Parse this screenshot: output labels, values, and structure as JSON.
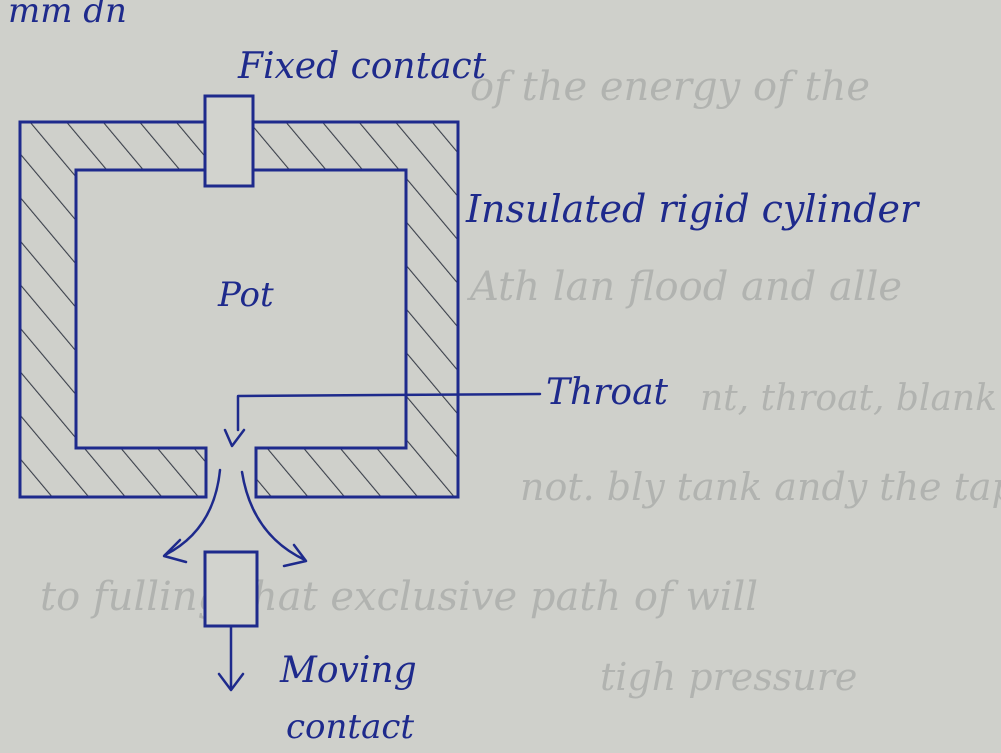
{
  "labels": {
    "fixed_contact": "Fixed contact",
    "cylinder": "Insulated rigid cylinder",
    "pot": "Pot",
    "throat": "Throat",
    "moving_contact_line1": "Moving",
    "moving_contact_line2": "contact"
  },
  "background_scribbles": {
    "top_corner": "mm dn",
    "faint_lines": [
      "of the energy of the",
      "Ath lan flood and alle",
      "nt, throat, blank",
      "not. bly tank andy the tape",
      "to fulling that exclusive path of will",
      "tigh pressure"
    ]
  },
  "colors": {
    "paper": "#cfd0cb",
    "ink": "#1e2a8c",
    "hatch": "#3a3f4a"
  }
}
